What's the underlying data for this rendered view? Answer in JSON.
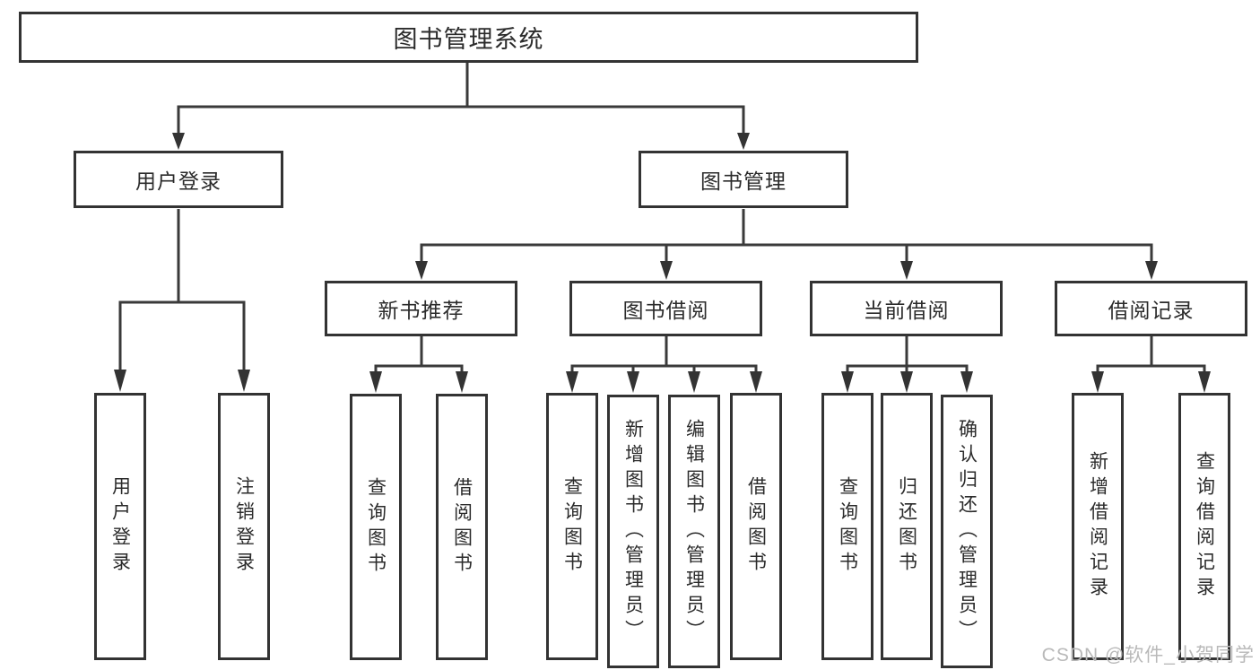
{
  "diagram_type": "hierarchy-tree",
  "colors": {
    "line": "#3a3a3a",
    "box_border": "#333333",
    "text": "#2b2b2b",
    "watermark": "#b9b9b9",
    "background": "#ffffff"
  },
  "tree": {
    "label": "图书管理系统",
    "children": [
      {
        "label": "用户登录",
        "children": [
          {
            "label": "用户登录"
          },
          {
            "label": "注销登录"
          }
        ]
      },
      {
        "label": "图书管理",
        "children": [
          {
            "label": "新书推荐",
            "children": [
              {
                "label": "查询图书"
              },
              {
                "label": "借阅图书"
              }
            ]
          },
          {
            "label": "图书借阅",
            "children": [
              {
                "label": "查询图书"
              },
              {
                "label": "新增图书（管理员）"
              },
              {
                "label": "编辑图书（管理员）"
              },
              {
                "label": "借阅图书"
              }
            ]
          },
          {
            "label": "当前借阅",
            "children": [
              {
                "label": "查询图书"
              },
              {
                "label": "归还图书"
              },
              {
                "label": "确认归还（管理员）"
              }
            ]
          },
          {
            "label": "借阅记录",
            "children": [
              {
                "label": "新增借阅记录"
              },
              {
                "label": "查询借阅记录"
              }
            ]
          }
        ]
      }
    ]
  },
  "watermark": {
    "text": "CSDN @软件_小贺同学"
  }
}
